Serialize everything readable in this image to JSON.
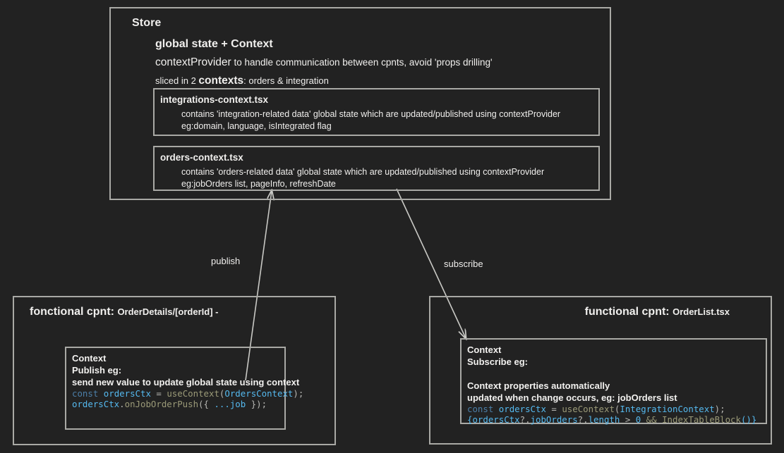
{
  "background_color": "#222222",
  "border_color": "#a9a9a5",
  "text_color": "#f0efed",
  "store": {
    "title": "Store",
    "subtitle": "global state + Context",
    "line_provider_lead": "contextProvider",
    "line_provider_rest": " to handle communication between cpnts, avoid 'props drilling'",
    "line_sliced_pre": "sliced in 2 ",
    "line_sliced_strong": "contexts",
    "line_sliced_post": ": orders & integration",
    "contexts": [
      {
        "name": "integrations-context.tsx",
        "line1": "contains 'integration-related data' global state which are updated/published using contextProvider",
        "line2": "eg:domain, language, isIntegrated flag"
      },
      {
        "name": "orders-context.tsx",
        "line1": "contains 'orders-related data' global state which are updated/published using contextProvider",
        "line2": "eg:jobOrders list, pageInfo, refreshDate"
      }
    ]
  },
  "arrows": [
    {
      "label": "publish",
      "direction": "up",
      "from": "left-component",
      "to": "store"
    },
    {
      "label": "subscribe",
      "direction": "down",
      "from": "store",
      "to": "right-component"
    }
  ],
  "left_component": {
    "header_bold": "fonctional cpnt",
    "header_sep": ": ",
    "header_file": "OrderDetails/[orderId] -",
    "code_box": {
      "plain_lines": [
        "Context",
        "Publish eg:",
        "send new value to update global state using context"
      ],
      "code": {
        "line1": {
          "kw": "const",
          "var1": " ordersCtx",
          "op": " = ",
          "fn": "useContext",
          "open": "(",
          "var2": "OrdersContext",
          "close": ");"
        },
        "line2": {
          "var1": "ordersCtx",
          "dot": ".",
          "fn": "onJobOrderPush",
          "rest": "({ ",
          "spread": "...job",
          "tail": " });"
        }
      }
    }
  },
  "right_component": {
    "header_bold": "functional cpnt",
    "header_sep": ": ",
    "header_file": "OrderList.tsx",
    "code_box": {
      "plain_lines": [
        "Context",
        "Subscribe eg:",
        "",
        "Context properties automatically",
        "updated when change occurs, eg: jobOrders list"
      ],
      "code": {
        "line1": {
          "kw": "const",
          "var1": " ordersCtx",
          "op": " = ",
          "fn": "useContext",
          "open": "(",
          "var2": "IntegrationContext",
          "close": ");"
        },
        "line2": {
          "open": "{",
          "var1": "ordersCtx",
          "mid": "?.",
          "prop1": "jobOrders",
          "mid2": "?.",
          "prop2": "length",
          "cmp": " > ",
          "num": "0",
          "and": " && ",
          "fn": "IndexTableBlock",
          "close": "()}"
        }
      }
    }
  }
}
